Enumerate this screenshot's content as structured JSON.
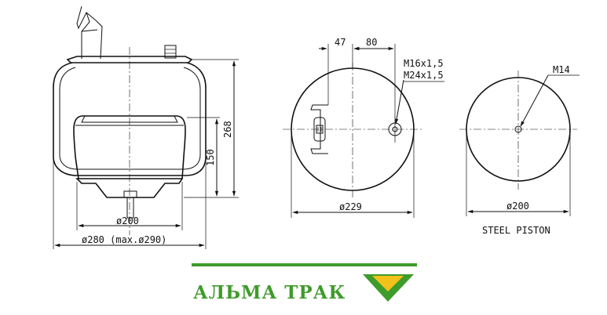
{
  "drawing": {
    "side_view": {
      "dim_height_total": "268",
      "dim_height_piston": "150",
      "dim_piston_diameter": "ø200",
      "dim_bellow_diameter": "ø280 (max.ø290)"
    },
    "top_view": {
      "dim_offset_1": "47",
      "dim_offset_2": "80",
      "thread_label_1": "M16x1,5",
      "thread_label_2": "M24x1,5",
      "dim_diameter": "ø229"
    },
    "piston_view": {
      "thread_label": "M14",
      "dim_diameter": "ø200",
      "caption": "STEEL PISTON"
    }
  },
  "logo": {
    "brand_name": "АЛЬМА ТРАК",
    "colors": {
      "green": "#3f9b2b",
      "yellow": "#f2c21b"
    }
  }
}
